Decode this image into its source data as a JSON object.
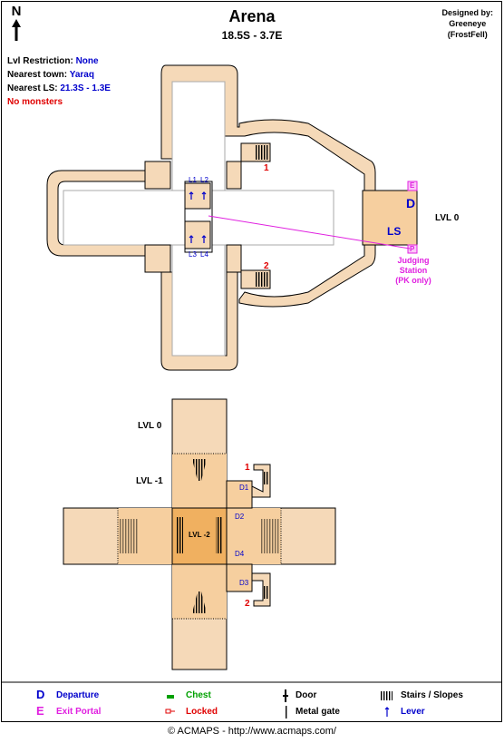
{
  "header": {
    "title": "Arena",
    "coords": "18.5S - 3.7E",
    "north": "N",
    "credit_line1": "Designed by:",
    "credit_line2": "Greeneye",
    "credit_line3": "(FrostFell)"
  },
  "info": {
    "lvl_label": "Lvl Restriction:",
    "lvl_value": "None",
    "town_label": "Nearest town:",
    "town_value": "Yaraq",
    "ls_label": "Nearest LS:",
    "ls_value": "21.3S - 1.3E",
    "monsters": "No monsters"
  },
  "map_labels": {
    "lvl0": "LVL 0",
    "lvl0_lower": "LVL 0",
    "lvl_minus1": "LVL -1",
    "lvl_minus2": "LVL -2",
    "departure": "D",
    "exit": "E",
    "ls": "LS",
    "portal_p": "P",
    "judging1": "Judging",
    "judging2": "Station",
    "judging3": "(PK only)",
    "num1": "1",
    "num2": "2",
    "l1": "L1",
    "l2": "L2",
    "l3": "L3",
    "l4": "L4",
    "d1": "D1",
    "d2": "D2",
    "d3": "D3",
    "d4": "D4"
  },
  "legend": {
    "departure_sym": "D",
    "departure": "Departure",
    "exit_sym": "E",
    "exit": "Exit Portal",
    "chest": "Chest",
    "locked": "Locked",
    "door": "Door",
    "metal_gate": "Metal gate",
    "stairs": "Stairs / Slopes",
    "lever": "Lever"
  },
  "colors": {
    "corridor": "#f5d9b8",
    "room": "#f6cf9f",
    "center": "#f0b060",
    "blue": "#0000cc",
    "red": "#e00000",
    "magenta": "#e020e0",
    "green": "#00a000"
  },
  "footer": "© ACMAPS - http://www.acmaps.com/"
}
